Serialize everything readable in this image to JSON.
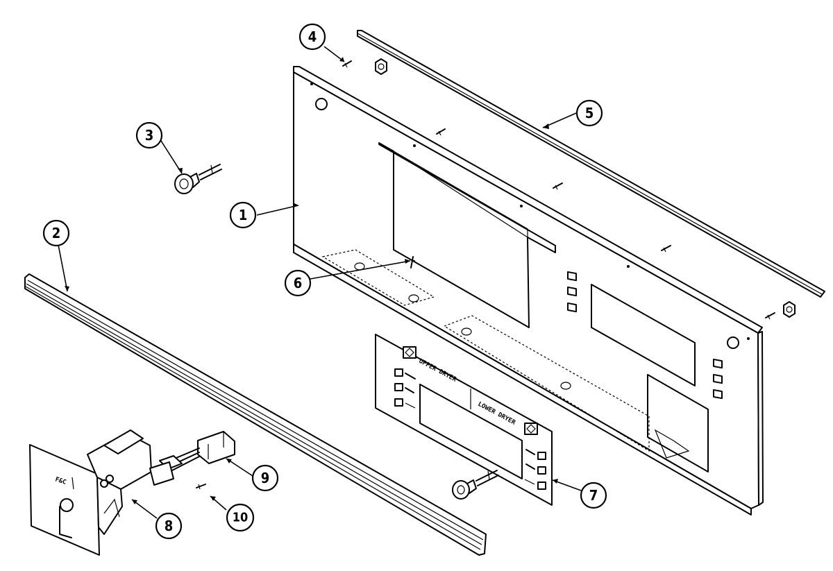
{
  "diagram": {
    "callouts": [
      {
        "num": "1"
      },
      {
        "num": "2"
      },
      {
        "num": "3"
      },
      {
        "num": "4"
      },
      {
        "num": "5"
      },
      {
        "num": "6"
      },
      {
        "num": "7"
      },
      {
        "num": "8"
      },
      {
        "num": "9"
      },
      {
        "num": "10"
      }
    ],
    "overlay_labels": {
      "upper": "UPPER DRYER",
      "lower": "LOWER DRYER"
    }
  }
}
